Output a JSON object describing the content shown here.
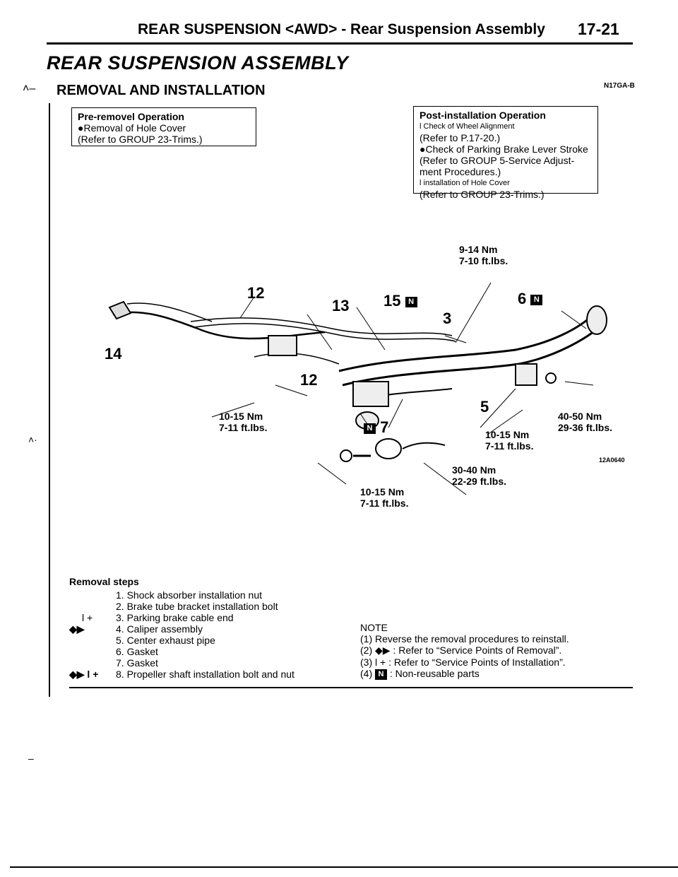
{
  "header": {
    "title": "REAR SUSPENSION <AWD> - Rear Suspension Assembly",
    "page": "17-21"
  },
  "section_title": "REAR SUSPENSION ASSEMBLY",
  "subsection_title": "REMOVAL AND INSTALLATION",
  "doc_code": "N17GA-B",
  "pre_removal": {
    "title": "Pre-removel Operation",
    "line1": "●Removal of Hole Cover",
    "line2": "(Refer to GROUP 23-Trims.)"
  },
  "post_installation": {
    "title": "Post-installation Operation",
    "items": [
      "l  Check of Wheel Alignment",
      "(Refer to P.17-20.)",
      "●Check of Parking Brake Lever Stroke",
      "(Refer to GROUP 5-Service Adjust-",
      "ment Procedures.)",
      "l  installation of Hole Cover",
      "(Refer to GROUP 23-Trims.)"
    ]
  },
  "diagram": {
    "torque_top_nm": "9-14 Nm",
    "torque_top_ftlbs": "7-10 ft.lbs.",
    "torque_left_nm": "10-15 Nm",
    "torque_left_ftlbs": "7-11 ft.lbs.",
    "torque_right_nm": "40-50 Nm",
    "torque_right_ftlbs": "29-36 ft.lbs.",
    "torque_mid_nm": "10-15 Nm",
    "torque_mid_ftlbs": "7-11 ft.lbs.",
    "torque_low_nm": "30-40 Nm",
    "torque_low_ftlbs": "22-29 ft.lbs.",
    "torque_bottom_nm": "10-15 Nm",
    "torque_bottom_ftlbs": "7-11 ft.lbs.",
    "fig_code": "12A0640",
    "callouts": {
      "c12a": "12",
      "c13": "13",
      "c15": "15",
      "c6": "6",
      "c3": "3",
      "c14": "14",
      "c12b": "12",
      "c5": "5",
      "c7": "7"
    },
    "badge": "N"
  },
  "removal_steps": {
    "title": "Removal steps",
    "steps": [
      "1. Shock absorber installation nut",
      "2. Brake tube bracket installation bolt",
      "3. Parking brake cable end",
      "4. Caliper assembly",
      "5. Center exhaust pipe",
      "6. Gasket",
      "7. Gasket",
      "8. Propeller shaft installation bolt and nut"
    ],
    "marks": {
      "step3": "l  +",
      "step4": "◆▶",
      "step8": "◆▶  l  +"
    }
  },
  "note": {
    "title": "NOTE",
    "lines": [
      "(1)  Reverse the removal procedures to reinstall.",
      "(2) ◆▶ : Refer to “Service Points of Removal”.",
      "(3) l    + : Refer to “Service Points of Installation”.",
      ": Non-reusable parts"
    ],
    "line4_prefix": "(4)"
  }
}
